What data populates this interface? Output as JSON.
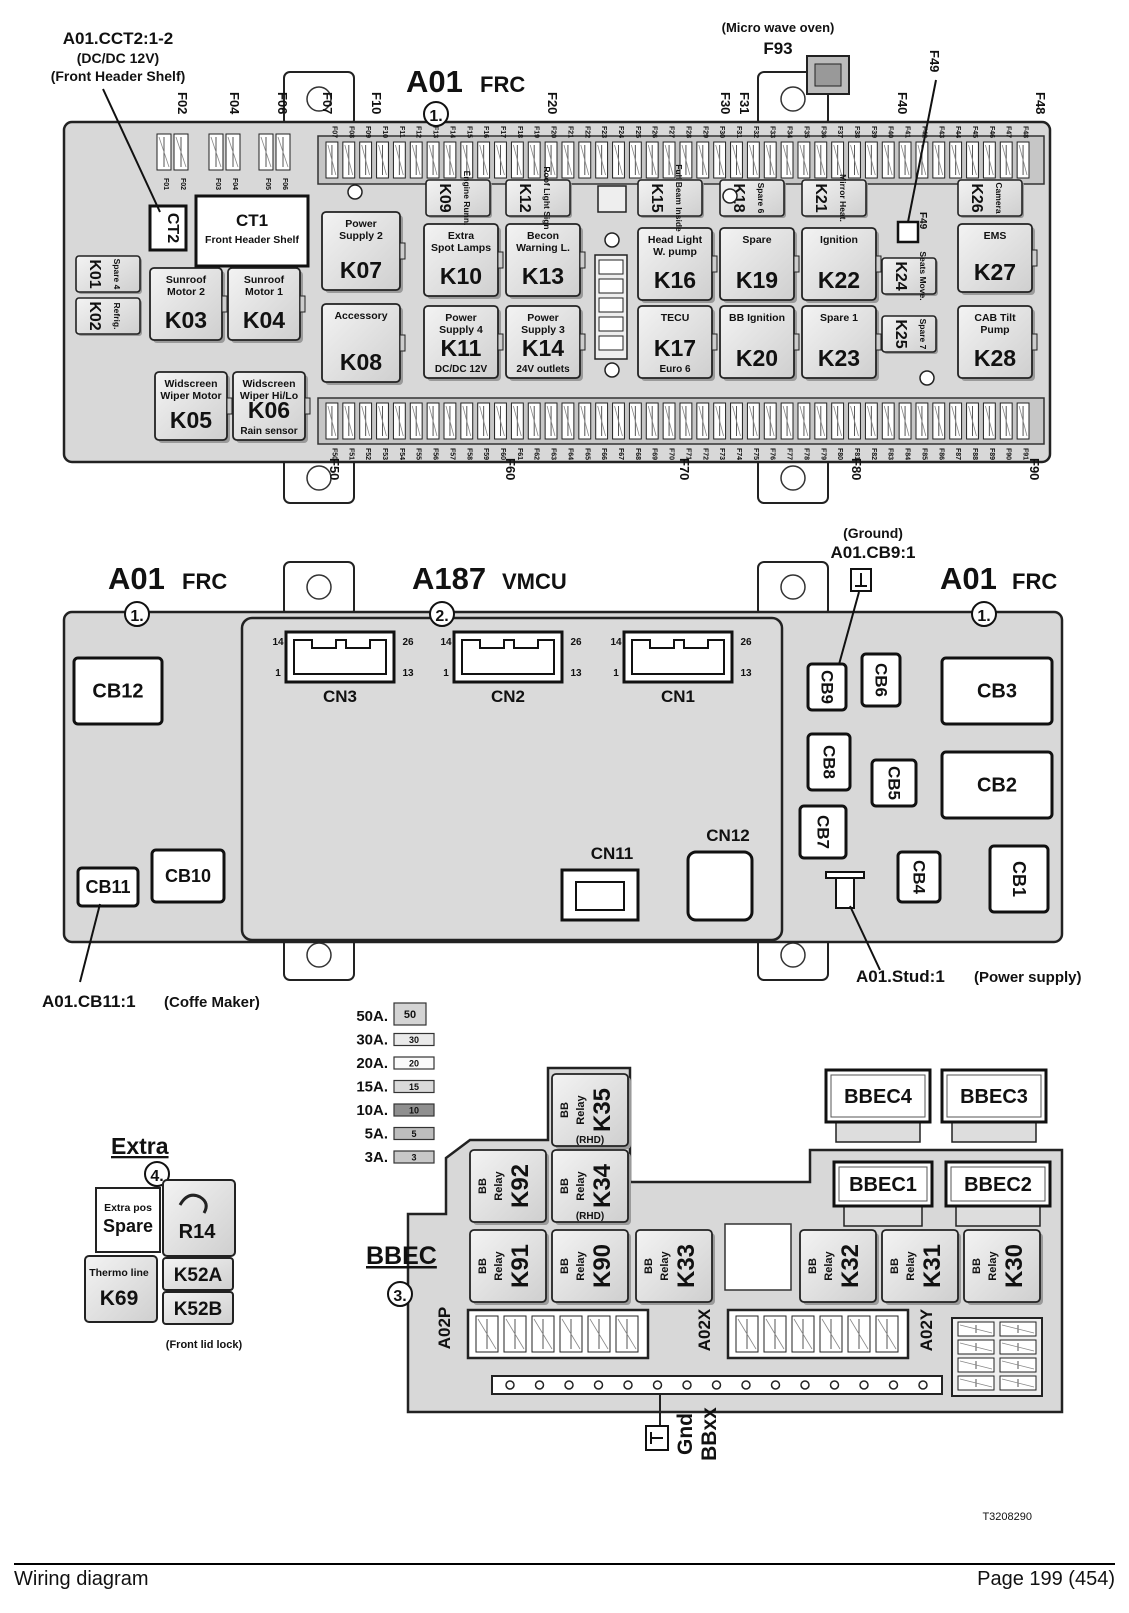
{
  "top_board": {
    "title_code": "A01",
    "title_name": "FRC",
    "marker": "1.",
    "cct2_callout": {
      "line1": "A01.CCT2:1-2",
      "line2": "(DC/DC 12V)",
      "line3": "(Front Header Shelf)"
    },
    "microwave_callout": {
      "line1": "(Micro wave oven)",
      "line2": "F93"
    },
    "fuse_top_labels": [
      "F02",
      "F04",
      "F06",
      "F07",
      "F10",
      "F20",
      "F30",
      "F31",
      "F40",
      "F48"
    ],
    "f49_label": "F49",
    "left_fuses": [
      "F01",
      "F02",
      "F03",
      "F04",
      "F05",
      "F06"
    ],
    "top_row_fuses": [
      "F07",
      "F08",
      "F09",
      "F10",
      "F11",
      "F12",
      "F13",
      "F14",
      "F15",
      "F16",
      "F17",
      "F18",
      "F19",
      "F20",
      "F21",
      "F22",
      "F23",
      "F24",
      "F25",
      "F26",
      "F27",
      "F28",
      "F29",
      "F30",
      "F31",
      "F32",
      "F33",
      "F34",
      "F35",
      "F36",
      "F37",
      "F38",
      "F39",
      "F40",
      "F41",
      "F42",
      "F43",
      "F44",
      "F45",
      "F46",
      "F47",
      "F48"
    ],
    "bottom_row_fuses": [
      "F50",
      "F51",
      "F52",
      "F53",
      "F54",
      "F55",
      "F56",
      "F57",
      "F58",
      "F59",
      "F60",
      "F61",
      "F62",
      "F63",
      "F64",
      "F65",
      "F66",
      "F67",
      "F68",
      "F69",
      "F70",
      "F71",
      "F72",
      "F73",
      "F74",
      "F75",
      "F76",
      "F77",
      "F78",
      "F79",
      "F80",
      "F81",
      "F82",
      "F83",
      "F84",
      "F85",
      "F86",
      "F87",
      "F88",
      "F89",
      "F90",
      "F91"
    ],
    "fuse_bottom_labels": [
      "F50",
      "F60",
      "F70",
      "F80",
      "F90"
    ],
    "ct1": {
      "code": "CT1",
      "desc": "Front Header Shelf"
    },
    "ct2": {
      "code": "CT2"
    },
    "relays_large": [
      {
        "code": "K03",
        "desc1": "Sunroof",
        "desc2": "Motor 2"
      },
      {
        "code": "K04",
        "desc1": "Sunroof",
        "desc2": "Motor 1"
      },
      {
        "code": "K05",
        "desc1": "Widscreen",
        "desc2": "Wiper Motor"
      },
      {
        "code": "K06",
        "desc1": "Widscreen",
        "desc2": "Wiper Hi/Lo",
        "desc3": "Rain sensor"
      },
      {
        "code": "K07",
        "desc1": "Power",
        "desc2": "Supply 2"
      },
      {
        "code": "K08",
        "desc1": "Accessory",
        "desc2": ""
      },
      {
        "code": "K10",
        "desc1": "Extra",
        "desc2": "Spot Lamps"
      },
      {
        "code": "K11",
        "desc1": "Power",
        "desc2": "Supply 4",
        "desc3": "DC/DC 12V"
      },
      {
        "code": "K13",
        "desc1": "Becon",
        "desc2": "Warning L."
      },
      {
        "code": "K14",
        "desc1": "Power",
        "desc2": "Supply 3",
        "desc3": "24V outlets"
      },
      {
        "code": "K16",
        "desc1": "Head Light",
        "desc2": "W. pump"
      },
      {
        "code": "K17",
        "desc1": "TECU",
        "desc2": "",
        "desc3": "Euro 6"
      },
      {
        "code": "K19",
        "desc1": "Spare",
        "desc2": ""
      },
      {
        "code": "K20",
        "desc1": "BB Ignition",
        "desc2": ""
      },
      {
        "code": "K22",
        "desc1": "Ignition",
        "desc2": ""
      },
      {
        "code": "K23",
        "desc1": "Spare 1",
        "desc2": ""
      },
      {
        "code": "K27",
        "desc1": "EMS",
        "desc2": ""
      },
      {
        "code": "K28",
        "desc1": "CAB Tilt",
        "desc2": "Pump"
      }
    ],
    "relays_small": [
      {
        "code": "K01",
        "desc": "Spare 4"
      },
      {
        "code": "K02",
        "desc": "Refrig."
      },
      {
        "code": "K09",
        "desc": "Engine Runn."
      },
      {
        "code": "K12",
        "desc": "Roof Light Sign"
      },
      {
        "code": "K15",
        "desc": "Full Beam Inside"
      },
      {
        "code": "K18",
        "desc": "Spare 6"
      },
      {
        "code": "K21",
        "desc": "Mirror Heat."
      },
      {
        "code": "K24",
        "desc": "Seats Move."
      },
      {
        "code": "K25",
        "desc": "Spare 7"
      },
      {
        "code": "K26",
        "desc": "Camera"
      }
    ]
  },
  "middle_board": {
    "left_title_code": "A01",
    "left_title_name": "FRC",
    "left_marker": "1.",
    "center_title_code": "A187",
    "center_title_name": "VMCU",
    "center_marker": "2.",
    "right_title_code": "A01",
    "right_title_name": "FRC",
    "right_marker": "1.",
    "ground_callout": {
      "line1": "(Ground)",
      "line2": "A01.CB9:1"
    },
    "connectors": [
      {
        "code": "CN3",
        "pin_tl": "14",
        "pin_tr": "26",
        "pin_bl": "1",
        "pin_br": "13"
      },
      {
        "code": "CN2",
        "pin_tl": "14",
        "pin_tr": "26",
        "pin_bl": "1",
        "pin_br": "13"
      },
      {
        "code": "CN1",
        "pin_tl": "14",
        "pin_tr": "26",
        "pin_bl": "1",
        "pin_br": "13"
      }
    ],
    "cn11": "CN11",
    "cn12": "CN12",
    "cb_boxes": [
      "CB12",
      "CB3",
      "CB2",
      "CB10",
      "CB11",
      "CB9",
      "CB6",
      "CB8",
      "CB5",
      "CB7",
      "CB4",
      "CB1"
    ],
    "cb11_callout": {
      "code": "A01.CB11:1",
      "desc": "(Coffe Maker)"
    },
    "stud_callout": {
      "code": "A01.Stud:1",
      "desc": "(Power supply)"
    }
  },
  "legend": {
    "amps": [
      "50A.",
      "30A.",
      "20A.",
      "15A.",
      "10A.",
      "5A.",
      "3A."
    ],
    "chip_text": [
      "50",
      "30",
      "20",
      "15",
      "10",
      "5",
      "3"
    ]
  },
  "extra": {
    "title": "Extra",
    "marker": "4.",
    "spare_line1": "Extra pos",
    "spare_line2": "Spare",
    "r14": "R14",
    "thermo": "Thermo line",
    "k69": "K69",
    "k52a": "K52A",
    "k52b": "K52B",
    "front_lid": "(Front lid lock)"
  },
  "bbec": {
    "title": "BBEC",
    "marker": "3.",
    "connectors": [
      "BBEC4",
      "BBEC3",
      "BBEC1",
      "BBEC2"
    ],
    "relays": [
      {
        "code": "K35",
        "note": "(RHD)"
      },
      {
        "code": "K92",
        "note": ""
      },
      {
        "code": "K34",
        "note": "(RHD)"
      },
      {
        "code": "K91",
        "note": ""
      },
      {
        "code": "K90",
        "note": ""
      },
      {
        "code": "K33",
        "note": ""
      },
      {
        "code": "K32",
        "note": ""
      },
      {
        "code": "K31",
        "note": ""
      },
      {
        "code": "K30",
        "note": ""
      }
    ],
    "relay_prefix1": "BB",
    "relay_prefix2": "Relay",
    "strip_labels": [
      "A02P",
      "A02X",
      "A02Y"
    ],
    "gnd": "Gnd",
    "bbxx": "BBxx"
  },
  "figure_id": "T3208290",
  "footer": {
    "left": "Wiring diagram",
    "right": "Page 199 (454)"
  }
}
